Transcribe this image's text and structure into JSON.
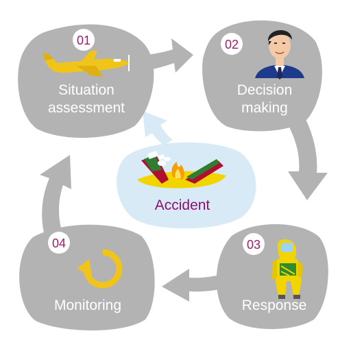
{
  "diagram": {
    "steps": [
      {
        "number": "01",
        "label_lines": [
          "Situation",
          "assessment"
        ],
        "icon": "airplane-icon"
      },
      {
        "number": "02",
        "label_lines": [
          "Decision",
          "making"
        ],
        "icon": "businessman-icon"
      },
      {
        "number": "03",
        "label_lines": [
          "Response"
        ],
        "icon": "hazmat-suit-icon"
      },
      {
        "number": "04",
        "label_lines": [
          "Monitoring"
        ],
        "icon": "cycle-arrow-icon"
      }
    ],
    "center": {
      "label": "Accident",
      "icon": "sinking-ship-icon"
    }
  },
  "colors": {
    "node_fill": "#b3b3b3",
    "arrow_fill": "#b3b3b3",
    "number_text": "#9c1c6b",
    "label_text": "#ffffff",
    "center_fill": "#d8eaf5",
    "center_text": "#8c1070",
    "icon_yellow": "#f0c419"
  }
}
